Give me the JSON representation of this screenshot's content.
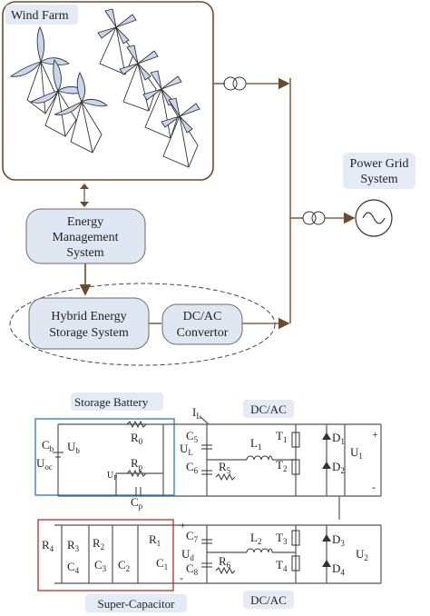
{
  "top": {
    "wind_farm": "Wind Farm",
    "ems_line1": "Energy",
    "ems_line2": "Management",
    "ems_line3": "System",
    "hess_line1": "Hybrid Energy",
    "hess_line2": "Storage System",
    "dcac_line1": "DC/AC",
    "dcac_line2": "Convertor",
    "grid_line1": "Power Grid",
    "grid_line2": "System"
  },
  "circuit": {
    "storage_battery": "Storage Battery",
    "super_capacitor": "Super-Capacitor",
    "dcac_top": "DC/AC",
    "dcac_bottom": "DC/AC",
    "IL": "I",
    "IL_sub": "L",
    "Cb": "C",
    "Cb_sub": "b",
    "Ub": "U",
    "Ub_sub": "b",
    "Uoc": "U",
    "Uoc_sub": "oc",
    "R0": "R",
    "R0_sub": "0",
    "Rp": "R",
    "Rp_sub": "p",
    "Up": "U",
    "Up_sub": "P",
    "Cp": "C",
    "Cp_sub": "p",
    "UL": "U",
    "UL_sub": "L",
    "C5": "C",
    "C5_sub": "5",
    "C6": "C",
    "C6_sub": "6",
    "L1": "L",
    "L1_sub": "1",
    "R5": "R",
    "R5_sub": "5",
    "T1": "T",
    "T1_sub": "1",
    "T2": "T",
    "T2_sub": "2",
    "D1": "D",
    "D1_sub": "1",
    "D2": "D",
    "D2_sub": "2",
    "U1": "U",
    "U1_sub": "1",
    "R4": "R",
    "R4_sub": "4",
    "R3": "R",
    "R3_sub": "3",
    "R2": "R",
    "R2_sub": "2",
    "R1": "R",
    "R1_sub": "1",
    "C4": "C",
    "C4_sub": "4",
    "C3": "C",
    "C3_sub": "3",
    "C2": "C",
    "C2_sub": "2",
    "C1": "C",
    "C1_sub": "1",
    "C7": "C",
    "C7_sub": "7",
    "C8": "C",
    "C8_sub": "8",
    "Ud": "U",
    "Ud_sub": "d",
    "L2": "L",
    "L2_sub": "2",
    "R6": "R",
    "R6_sub": "6",
    "T3": "T",
    "T3_sub": "3",
    "T4": "T",
    "T4_sub": "4",
    "D3": "D",
    "D3_sub": "3",
    "D4": "D",
    "D4_sub": "4",
    "U2": "U",
    "U2_sub": "2",
    "plus": "+",
    "minus": "-"
  }
}
